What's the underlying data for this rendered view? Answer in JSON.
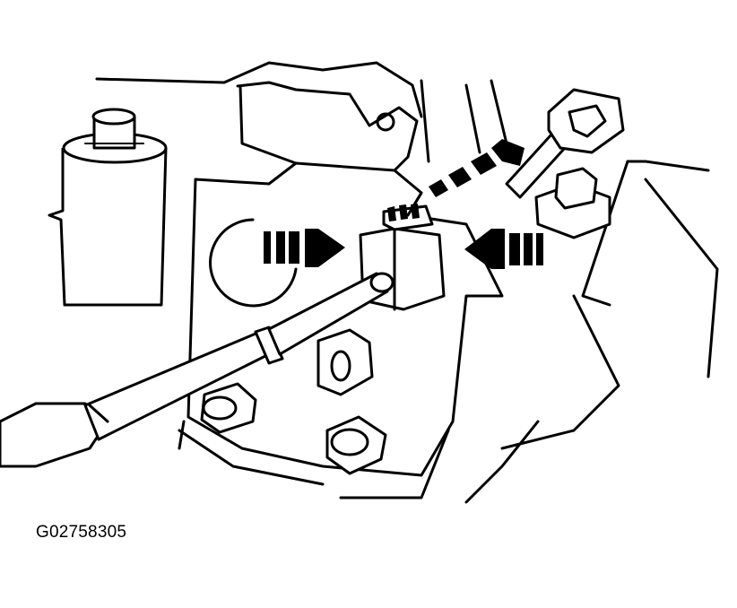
{
  "figure": {
    "id_label": "G02758305"
  },
  "arrows": {
    "left_arrow_icon": "arrow-right-striped",
    "right_arrow_icon": "arrow-left-striped",
    "top_arrow_icon": "arrow-up-right-striped"
  },
  "colors": {
    "ink": "#000000",
    "paper": "#ffffff"
  }
}
